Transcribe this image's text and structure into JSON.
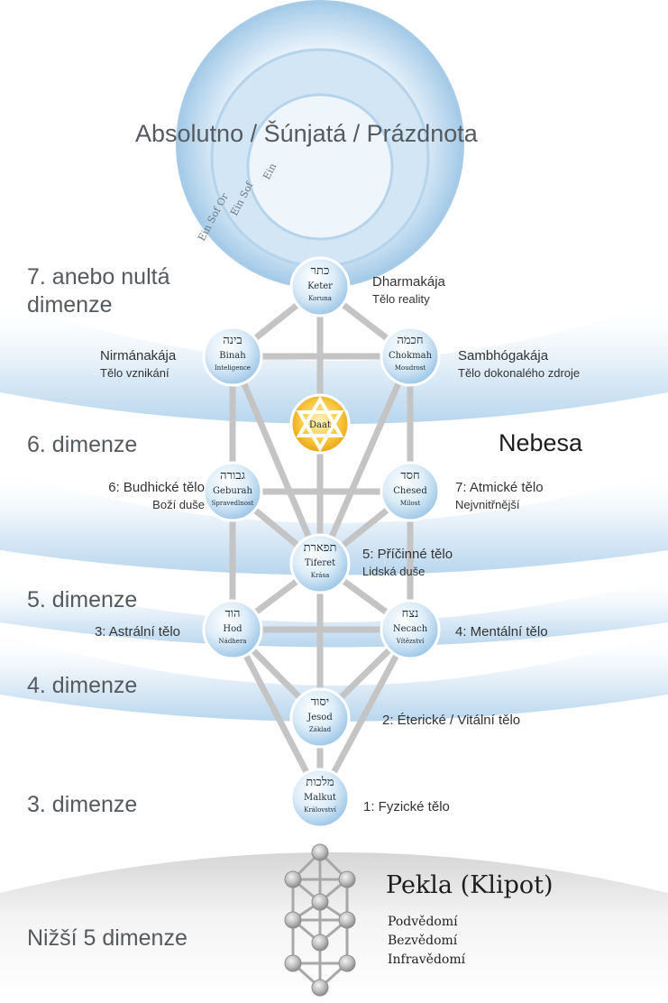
{
  "absolute": {
    "title": "Absolutno / Šúnjatá / Prázdnota",
    "ring1": "Ein",
    "ring2": "Ein Sof",
    "ring3": "Ein Sof Or"
  },
  "dimensions": {
    "d7_line1": "7. anebo nultá",
    "d7_line2": "dimenze",
    "d6": "6. dimenze",
    "d5": "5. dimenze",
    "d4": "4. dimenze",
    "d3": "3. dimenze",
    "lower": "Nižší 5 dimenze"
  },
  "heaven": "Nebesa",
  "hell": {
    "title": "Pekla (Klipot)",
    "items": [
      "Podvědomí",
      "Bezvědomí",
      "Infravědomí"
    ]
  },
  "sefirot": {
    "keter": {
      "hebrew": "כתר",
      "name": "Keter",
      "meaning": "Koruna"
    },
    "binah": {
      "hebrew": "בינה",
      "name": "Binah",
      "meaning": "Inteligence"
    },
    "chokmah": {
      "hebrew": "חכמה",
      "name": "Chokmah",
      "meaning": "Moudrost"
    },
    "daat": {
      "name": "Daat"
    },
    "geburah": {
      "hebrew": "גבורה",
      "name": "Geburah",
      "meaning": "Spravedlnost"
    },
    "chesed": {
      "hebrew": "חסד",
      "name": "Chesed",
      "meaning": "Milost"
    },
    "tiferet": {
      "hebrew": "תפארת",
      "name": "Tiferet",
      "meaning": "Krása"
    },
    "hod": {
      "hebrew": "הוד",
      "name": "Hod",
      "meaning": "Nádhera"
    },
    "necach": {
      "hebrew": "נצח",
      "name": "Necach",
      "meaning": "Vítězství"
    },
    "jesod": {
      "hebrew": "יסוד",
      "name": "Jesod",
      "meaning": "Základ"
    },
    "malkut": {
      "hebrew": "מלכות",
      "name": "Malkut",
      "meaning": "Království"
    }
  },
  "bodies": {
    "dharmakaya": {
      "title": "Dharmakája",
      "sub": "Tělo reality"
    },
    "nirmanakaya": {
      "title": "Nirmánakája",
      "sub": "Tělo vznikání"
    },
    "sambhogakaya": {
      "title": "Sambhógakája",
      "sub": "Tělo dokonalého zdroje"
    },
    "buddhic": {
      "title": "6: Budhické tělo",
      "sub": "Boží duše"
    },
    "atmic": {
      "title": "7: Atmické tělo",
      "sub": "Nejvnitřnější"
    },
    "causal": {
      "title": "5: Příčinné tělo",
      "sub": "Lidská duše"
    },
    "astral": {
      "title": "3: Astrální tělo"
    },
    "mental": {
      "title": "4: Mentální tělo"
    },
    "etheric": {
      "title": "2: Éterické / Vitální tělo"
    },
    "physical": {
      "title": "1: Fyzické tělo"
    }
  },
  "colors": {
    "band": "#cfe3f2",
    "node_fill": "#cfe6f7",
    "node_edge": "#ffffff",
    "path": "#c4c4c4",
    "daat": "#f3b21c",
    "klipot": "#9a9a9a"
  }
}
